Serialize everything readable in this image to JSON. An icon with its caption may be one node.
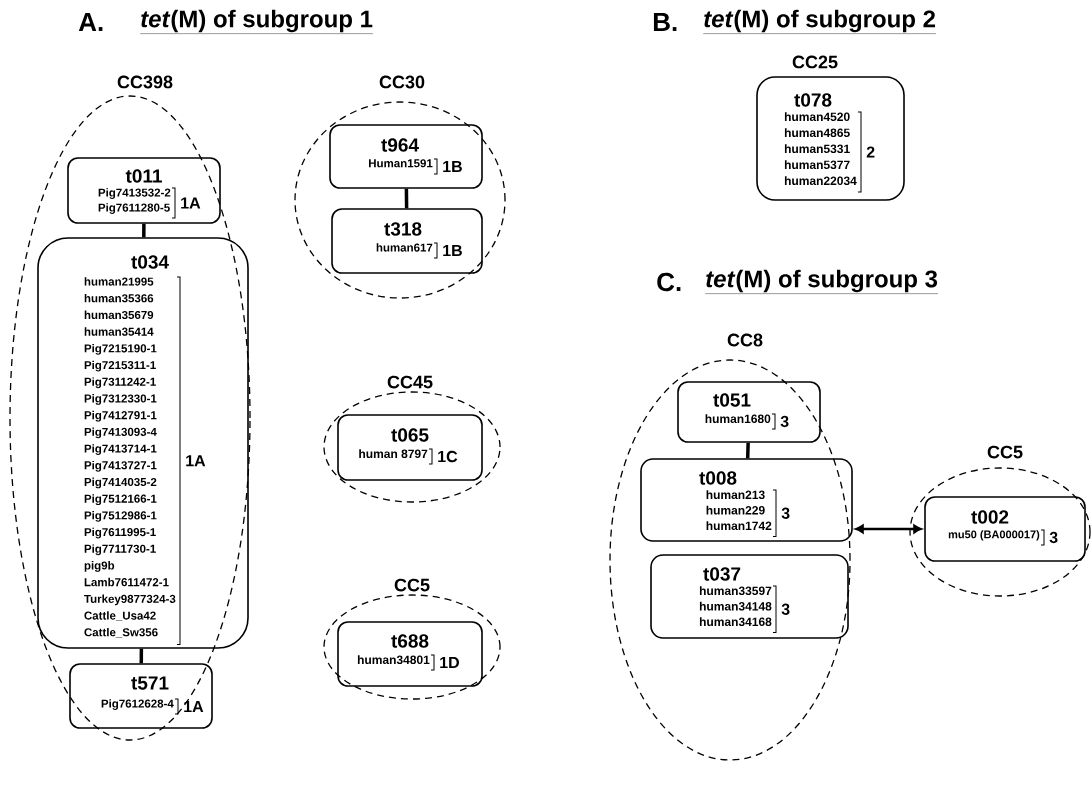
{
  "diagram": {
    "nodes": [
      {
        "text": [
          "CC398"
        ]
      },
      {
        "text": [
          "t011",
          "Pig7413532-2",
          "Pig7611280-5",
          "1A"
        ],
        "in": 0
      },
      {
        "text": [
          "t034",
          "human21995",
          "human35366",
          "human35679",
          "human35414",
          "Pig7215190-1",
          "Pig7215311-1",
          "Pig7311242-1",
          "Pig7312330-1",
          "Pig7412791-1",
          "Pig7413093-4",
          "Pig7413714-1",
          "Pig7413727-1",
          "Pig7414035-2",
          "Pig7512166-1",
          "Pig7512986-1",
          "Pig7611995-1",
          "Pig7711730-1",
          "pig9b",
          "Lamb7611472-1",
          "Turkey9877324-3",
          "Cattle_Usa42",
          "Cattle_Sw356",
          "1A"
        ],
        "in": 0
      },
      {
        "text": [
          "t571",
          "Pig7612628-4",
          "1A"
        ],
        "in": 0
      },
      {
        "text": [
          "CC30"
        ]
      },
      {
        "text": [
          "t964",
          "Human1591",
          "1B"
        ],
        "in": 4
      },
      {
        "text": [
          "t318",
          "human617",
          "1B"
        ],
        "in": 4
      },
      {
        "text": [
          "CC45"
        ]
      },
      {
        "text": [
          "t065",
          "human 8797",
          "1C"
        ],
        "in": 7
      },
      {
        "text": [
          "CC5"
        ]
      },
      {
        "text": [
          "t688",
          "human34801",
          "1D"
        ],
        "in": 9
      },
      {
        "text": [
          "t078",
          "human4520",
          "human4865",
          "human5331",
          "human5377",
          "human22034",
          "2"
        ],
        "beside": [
          "CC25"
        ]
      },
      {
        "text": [
          "CC8"
        ]
      },
      {
        "text": [
          "t051",
          "human1680",
          "3"
        ],
        "in": 12
      },
      {
        "text": [
          "t008",
          "human213",
          "human229",
          "human1742",
          "3"
        ],
        "in": 12
      },
      {
        "text": [
          "t037",
          "human33597",
          "human34148",
          "human34168",
          "3"
        ],
        "in": 12
      },
      {
        "text": [
          "CC5"
        ]
      },
      {
        "text": [
          "t002",
          "mu50 (BA000017)",
          "3"
        ],
        "in": 16
      }
    ],
    "edges": [
      {
        "from": 1,
        "to": 2,
        "arrow": "none"
      },
      {
        "from": 2,
        "to": 3,
        "arrow": "none"
      },
      {
        "from": 5,
        "to": 6,
        "arrow": "none"
      },
      {
        "from": 13,
        "to": 14,
        "arrow": "none"
      },
      {
        "from": 14,
        "to": 17,
        "arrow": "both"
      }
    ],
    "labels": [
      "A.",
      "*tet*(M) of subgroup 1",
      "B.",
      "*tet*(M) of subgroup 2",
      "C.",
      "*tet*(M) of subgroup 3"
    ]
  }
}
